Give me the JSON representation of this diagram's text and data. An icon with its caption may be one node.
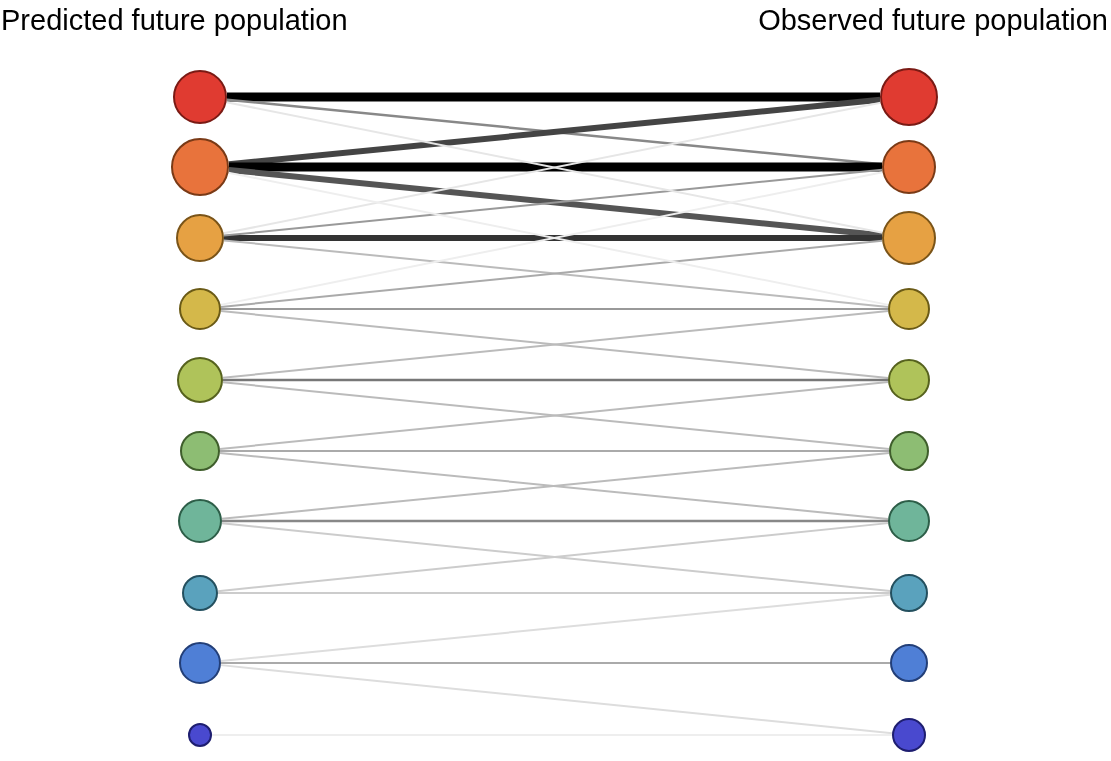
{
  "diagram": {
    "nodes": [
      {
        "text": [],
        "shape": "circle"
      },
      {
        "text": [],
        "shape": "circle"
      },
      {
        "text": [],
        "shape": "circle"
      },
      {
        "text": [],
        "shape": "circle"
      },
      {
        "text": [],
        "shape": "circle"
      },
      {
        "text": [],
        "shape": "circle"
      },
      {
        "text": [],
        "shape": "circle"
      },
      {
        "text": [],
        "shape": "circle"
      },
      {
        "text": [],
        "shape": "circle"
      },
      {
        "text": [],
        "shape": "circle"
      },
      {
        "text": [],
        "shape": "circle"
      },
      {
        "text": [],
        "shape": "circle"
      },
      {
        "text": [],
        "shape": "circle"
      },
      {
        "text": [],
        "shape": "circle"
      },
      {
        "text": [],
        "shape": "circle"
      },
      {
        "text": [],
        "shape": "circle"
      },
      {
        "text": [],
        "shape": "circle"
      },
      {
        "text": [],
        "shape": "circle"
      },
      {
        "text": [],
        "shape": "circle"
      },
      {
        "text": [],
        "shape": "circle"
      }
    ],
    "edges": [
      {
        "from": 0,
        "to": 10,
        "arrow": "none",
        "style": "thick",
        "color": "#000000"
      },
      {
        "from": 0,
        "to": 11,
        "arrow": "none",
        "color": "#888888"
      },
      {
        "from": 1,
        "to": 10,
        "arrow": "none",
        "style": "thick",
        "color": "#444444"
      },
      {
        "from": 1,
        "to": 11,
        "arrow": "none",
        "style": "thick",
        "color": "#000000"
      },
      {
        "from": 1,
        "to": 12,
        "arrow": "none",
        "style": "thick",
        "color": "#555555"
      },
      {
        "from": 2,
        "to": 12,
        "arrow": "none",
        "style": "thick",
        "color": "#333333"
      },
      {
        "from": 2,
        "to": 11,
        "arrow": "none",
        "color": "#999999"
      },
      {
        "from": 2,
        "to": 13,
        "arrow": "none",
        "color": "#bbbbbb"
      },
      {
        "from": 3,
        "to": 13,
        "arrow": "none",
        "color": "#999999"
      },
      {
        "from": 3,
        "to": 12,
        "arrow": "none",
        "color": "#aaaaaa"
      },
      {
        "from": 3,
        "to": 14,
        "arrow": "none",
        "color": "#bbbbbb"
      },
      {
        "from": 4,
        "to": 14,
        "arrow": "none",
        "color": "#777777"
      },
      {
        "from": 4,
        "to": 13,
        "arrow": "none",
        "color": "#bbbbbb"
      },
      {
        "from": 4,
        "to": 15,
        "arrow": "none",
        "color": "#bbbbbb"
      },
      {
        "from": 5,
        "to": 15,
        "arrow": "none",
        "color": "#aaaaaa"
      },
      {
        "from": 5,
        "to": 14,
        "arrow": "none",
        "color": "#bbbbbb"
      },
      {
        "from": 5,
        "to": 16,
        "arrow": "none",
        "color": "#bbbbbb"
      },
      {
        "from": 6,
        "to": 16,
        "arrow": "none",
        "color": "#888888"
      },
      {
        "from": 6,
        "to": 15,
        "arrow": "none",
        "color": "#bbbbbb"
      },
      {
        "from": 6,
        "to": 17,
        "arrow": "none",
        "color": "#cccccc"
      },
      {
        "from": 7,
        "to": 17,
        "arrow": "none",
        "color": "#cccccc"
      },
      {
        "from": 7,
        "to": 16,
        "arrow": "none",
        "color": "#cccccc"
      },
      {
        "from": 8,
        "to": 18,
        "arrow": "none",
        "color": "#aaaaaa"
      },
      {
        "from": 8,
        "to": 17,
        "arrow": "none",
        "color": "#dddddd"
      },
      {
        "from": 8,
        "to": 19,
        "arrow": "none",
        "color": "#dddddd"
      },
      {
        "from": 9,
        "to": 19,
        "arrow": "none",
        "color": "#eeeeee"
      },
      {
        "from": 0,
        "to": 12,
        "arrow": "none",
        "color": "#e6e6e6"
      },
      {
        "from": 2,
        "to": 10,
        "arrow": "none",
        "color": "#e6e6e6"
      },
      {
        "from": 1,
        "to": 13,
        "arrow": "none",
        "color": "#eeeeee"
      },
      {
        "from": 3,
        "to": 11,
        "arrow": "none",
        "color": "#eeeeee"
      }
    ],
    "labels": [
      "Predicted future population",
      "Observed future population"
    ]
  }
}
